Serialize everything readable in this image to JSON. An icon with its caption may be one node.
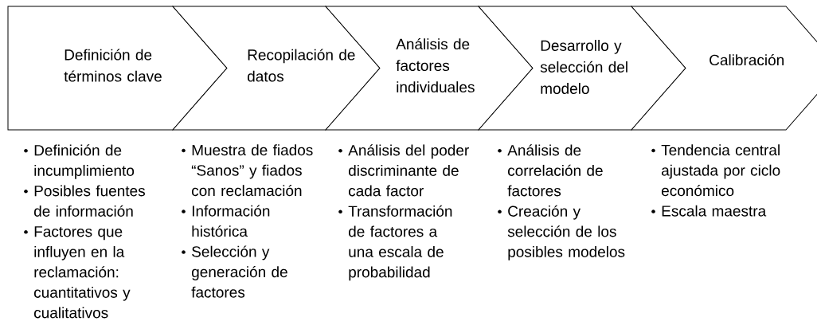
{
  "diagram": {
    "nodes": [
      {
        "text": [
          "Definición de términos clave"
        ],
        "beside": [
          "Definición de incumplimiento",
          "Posibles fuentes de información",
          "Factores que influyen en la reclamación: cuantitativos y cualitativos"
        ]
      },
      {
        "text": [
          "Recopilación de datos"
        ],
        "beside": [
          "Muestra de fiados “Sanos” y fiados con reclamación",
          "Información histórica",
          "Selección y generación de factores"
        ]
      },
      {
        "text": [
          "Análisis de factores individuales"
        ],
        "beside": [
          "Análisis del poder discriminante de cada factor",
          "Transformación de factores a una escala de probabilidad"
        ]
      },
      {
        "text": [
          "Desarrollo y selección del modelo"
        ],
        "beside": [
          "Análisis de correlación de factores",
          "Creación y selección de los posibles modelos"
        ]
      },
      {
        "text": [
          "Calibración"
        ],
        "beside": [
          "Tendencia central ajustada por ciclo económico",
          "Escala maestra"
        ]
      }
    ]
  }
}
